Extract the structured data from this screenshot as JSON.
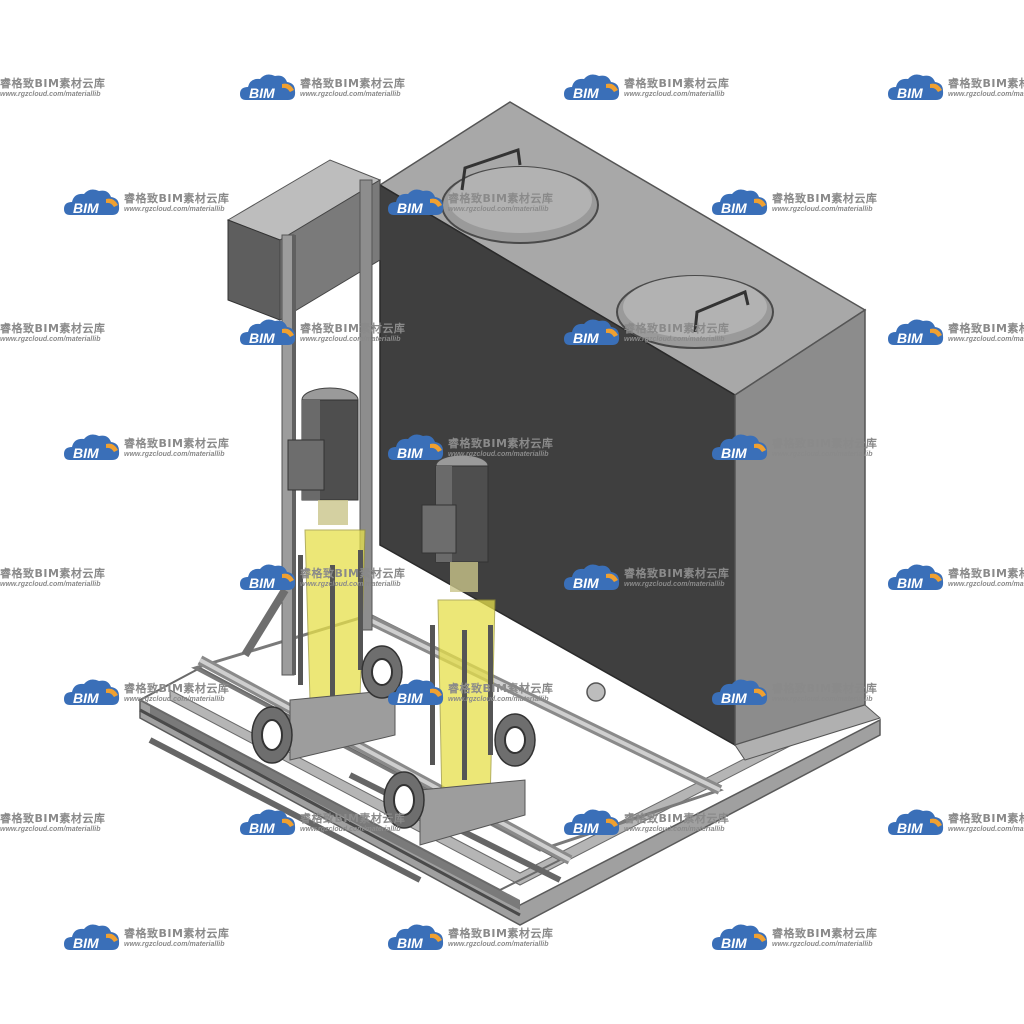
{
  "watermark": {
    "brand_text": "睿格致BIM素材云库",
    "url_text": "www.rgzcloud.com/materiallib",
    "logo_text": "BIM",
    "colors": {
      "cloud_blue": "#3a6fb8",
      "cloud_orange": "#f0a030",
      "text_gray": "#8a8a8a"
    }
  },
  "scene": {
    "colors": {
      "tank_front": "#3f3f3f",
      "tank_side": "#8c8c8c",
      "tank_top": "#a6a6a6",
      "frame": "#9a9a9a",
      "frame_dark": "#6e6e6e",
      "pump_yellow": "#e6e04a",
      "motor": "#5a5a5a"
    }
  }
}
